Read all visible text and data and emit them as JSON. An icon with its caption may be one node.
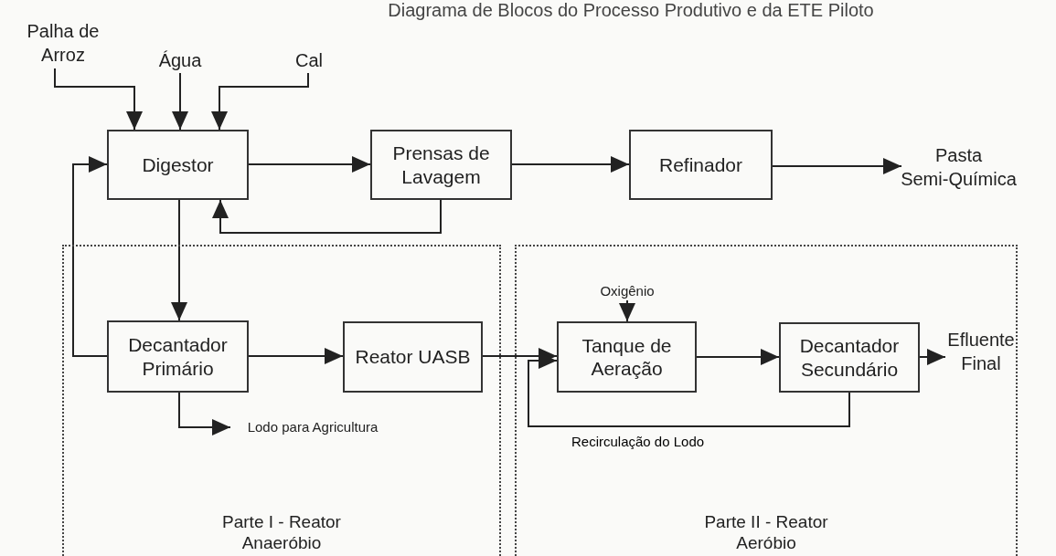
{
  "diagram": {
    "title": "Diagrama de Blocos do Processo Produtivo e da ETE Piloto",
    "nodes": [
      {
        "text": [
          "Palha de Arroz"
        ]
      },
      {
        "text": [
          "Água"
        ]
      },
      {
        "text": [
          "Cal"
        ]
      },
      {
        "text": [
          "Digestor"
        ]
      },
      {
        "text": [
          "Prensas de Lavagem"
        ]
      },
      {
        "text": [
          "Refinador"
        ]
      },
      {
        "text": [
          "Pasta Semi-Química"
        ]
      },
      {
        "text": [
          "Parte I - Reator Anaeróbio"
        ]
      },
      {
        "text": [
          "Decantador Primário"
        ],
        "in": 7
      },
      {
        "text": [
          "Reator UASB"
        ],
        "in": 7
      },
      {
        "text": [
          "Lodo para Agricultura"
        ],
        "in": 7
      },
      {
        "text": [
          "Parte II - Reator Aeróbio"
        ]
      },
      {
        "text": [
          "Oxigênio"
        ],
        "in": 11
      },
      {
        "text": [
          "Tanque de Aeração"
        ],
        "in": 11
      },
      {
        "text": [
          "Decantador Secundário"
        ],
        "in": 11
      },
      {
        "text": [
          "Efluente Final"
        ],
        "in": 11
      }
    ],
    "edges": [
      {
        "from": 0,
        "to": 3,
        "arrow": "to"
      },
      {
        "from": 1,
        "to": 3,
        "arrow": "to"
      },
      {
        "from": 2,
        "to": 3,
        "arrow": "to"
      },
      {
        "from": 3,
        "to": 4,
        "arrow": "to"
      },
      {
        "from": 4,
        "to": 5,
        "arrow": "to"
      },
      {
        "from": 5,
        "to": 6,
        "arrow": "to"
      },
      {
        "from": 4,
        "to": 3,
        "arrow": "to"
      },
      {
        "from": 3,
        "to": 8,
        "arrow": "to"
      },
      {
        "from": 8,
        "to": 3,
        "arrow": "to"
      },
      {
        "from": 8,
        "to": 9,
        "arrow": "to"
      },
      {
        "from": 8,
        "to": 10,
        "arrow": "to"
      },
      {
        "from": 9,
        "to": 13,
        "arrow": "to"
      },
      {
        "from": 12,
        "to": 13,
        "arrow": "to"
      },
      {
        "from": 13,
        "to": 14,
        "arrow": "to"
      },
      {
        "from": 14,
        "to": 15,
        "arrow": "to"
      },
      {
        "from": 14,
        "to": 13,
        "arrow": "to",
        "label": "Recirculação do Lodo"
      }
    ]
  }
}
